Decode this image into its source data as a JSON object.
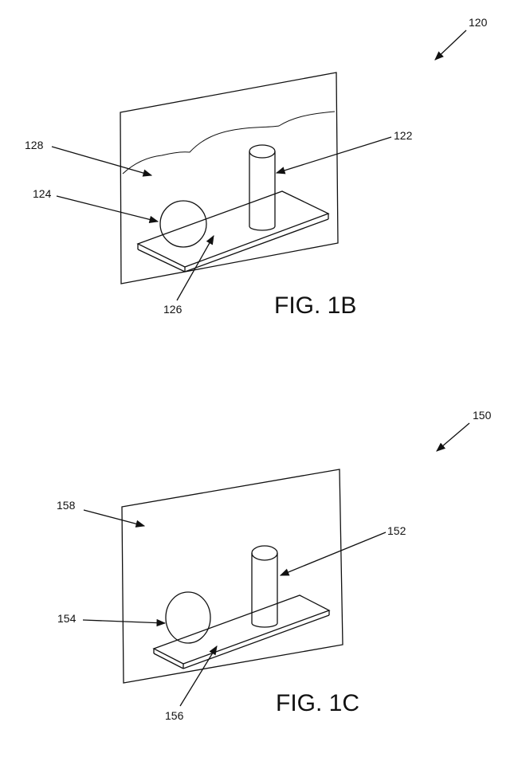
{
  "figures": [
    {
      "caption": "FIG. 1B",
      "ref": "120",
      "labels": {
        "cylinder": "122",
        "sphere": "124",
        "platform": "126",
        "background": "128"
      }
    },
    {
      "caption": "FIG. 1C",
      "ref": "150",
      "labels": {
        "cylinder": "152",
        "sphere": "154",
        "platform": "156",
        "background": "158"
      }
    }
  ],
  "colors": {
    "ink": "#111111",
    "paper": "#ffffff"
  }
}
